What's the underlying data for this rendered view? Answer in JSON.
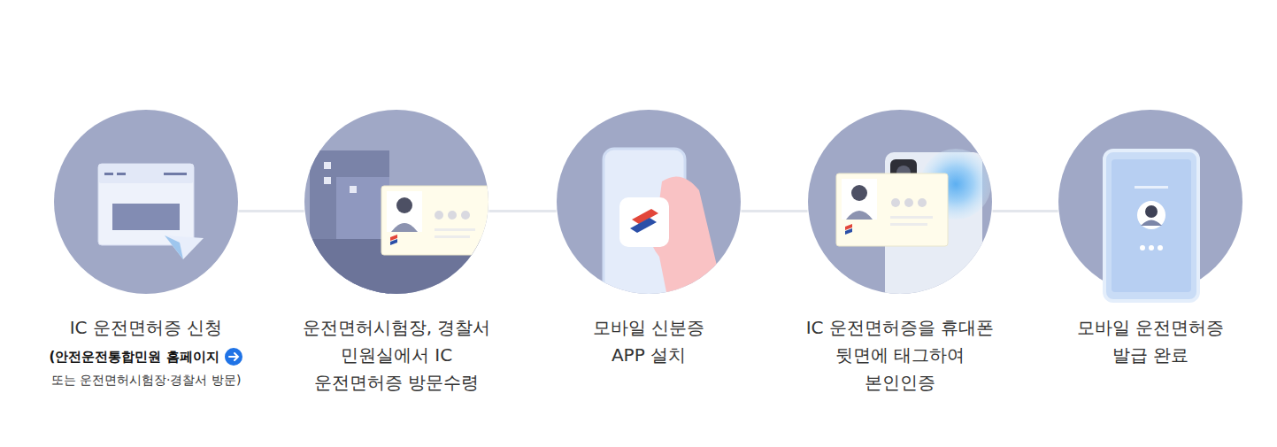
{
  "diagram": {
    "nodes": [
      {
        "text": [
          "IC 운전면허증 신청",
          "(안전운전통합민원 홈페이지",
          "또는 운전면허시험장·경찰서 방문)"
        ]
      },
      {
        "text": [
          "운전면허시험장, 경찰서 민원실에서 IC 운전면허증 방문수령"
        ]
      },
      {
        "text": [
          "모바일 신분증 APP 설치"
        ]
      },
      {
        "text": [
          "IC 운전면허증을 휴대폰 뒷면에 태그하여 본인인증"
        ]
      },
      {
        "text": [
          "모바일 운전면허증 발급 완료"
        ]
      }
    ],
    "edges": [
      {
        "from": 0,
        "to": 1,
        "arrow": "none"
      },
      {
        "from": 1,
        "to": 2,
        "arrow": "none"
      },
      {
        "from": 2,
        "to": 3,
        "arrow": "none"
      },
      {
        "from": 3,
        "to": 4,
        "arrow": "none"
      }
    ]
  }
}
